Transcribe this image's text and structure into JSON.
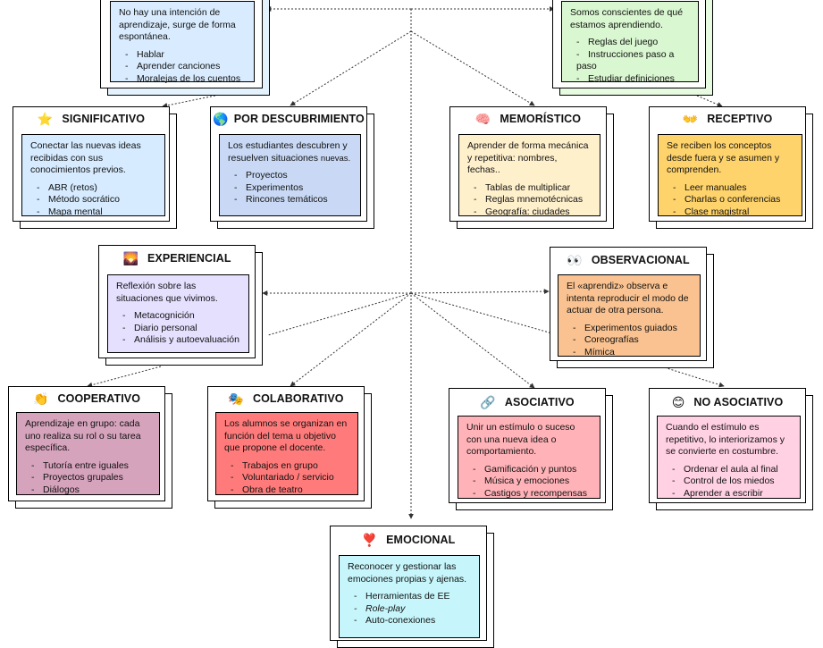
{
  "colors": {
    "info_inner": "#d9ecff",
    "info_layer": "#e3f2fd",
    "formal_inner": "#d9f7d0",
    "formal_layer": "#e6fbe0",
    "significativo": "#d6ebff",
    "descubrimiento": "#c9d9f5",
    "memoristico": "#fff0cc",
    "receptivo": "#ffd36b",
    "experiencial": "#e6e0ff",
    "observacional": "#f9c290",
    "cooperativo": "#d6a3bd",
    "colaborativo": "#ff7b7b",
    "asociativo": "#ffb3b8",
    "no_asociativo": "#ffd1e3",
    "emocional": "#c6f6fb"
  },
  "nodes": {
    "informal": {
      "desc": "No hay una intención de aprendizaje, surge de forma espontánea.",
      "items": [
        "Hablar",
        "Aprender canciones",
        "Moralejas de los cuentos"
      ]
    },
    "formal": {
      "desc": "Somos conscientes de qué estamos aprendiendo.",
      "items": [
        "Reglas del juego",
        "Instrucciones paso a paso",
        "Estudiar definiciones"
      ]
    },
    "significativo": {
      "title": "SIGNIFICATIVO",
      "icon": "star-icon",
      "glyph": "⭐",
      "desc": "Conectar las nuevas ideas recibidas con sus conocimientos previos.",
      "items": [
        "ABR (retos)",
        "Método socrático",
        "Mapa mental"
      ]
    },
    "descubrimiento": {
      "title": "POR DESCUBRIMIENTO",
      "icon": "globe-icon",
      "glyph": "🌎",
      "desc": "Los estudiantes descubren y resuelven situaciones",
      "desc_small": "nuevas.",
      "items": [
        "Proyectos",
        "Experimentos",
        "Rincones temáticos"
      ]
    },
    "memoristico": {
      "title": "MEMORÍSTICO",
      "icon": "brain-icon",
      "glyph": "🧠",
      "desc": "Aprender de forma mecánica y repetitiva: nombres, fechas..",
      "items": [
        "Tablas de multiplicar",
        "Reglas mnemotécnicas",
        "Geografía: ciudades"
      ]
    },
    "receptivo": {
      "title": "RECEPTIVO",
      "icon": "open-hands-icon",
      "glyph": "👐",
      "desc": "Se reciben los conceptos desde fuera y se asumen y comprenden.",
      "items": [
        "Leer manuales",
        "Charlas o conferencias",
        "Clase magistral"
      ]
    },
    "experiencial": {
      "title": "EXPERIENCIAL",
      "icon": "sunrise-icon",
      "glyph": "🌄",
      "desc": "Reflexión sobre las situaciones que vivimos.",
      "items": [
        "Metacognición",
        "Diario personal",
        "Análisis y autoevaluación"
      ]
    },
    "observacional": {
      "title": "OBSERVACIONAL",
      "icon": "eyes-icon",
      "glyph": "👀",
      "desc": "El «aprendiz» observa e intenta reproducir el modo de actuar de otra persona.",
      "items": [
        "Experimentos guiados",
        "Coreografías",
        "Mímica"
      ]
    },
    "cooperativo": {
      "title": "COOPERATIVO",
      "icon": "clapping-hands-icon",
      "glyph": "👏",
      "desc": "Aprendizaje en grupo: cada uno realiza su rol o su tarea específica.",
      "items": [
        "Tutoría entre iguales",
        "Proyectos grupales",
        "Diálogos"
      ]
    },
    "colaborativo": {
      "title": "COLABORATIVO",
      "icon": "theater-masks-icon",
      "glyph": "🎭",
      "desc": "Los alumnos se organizan en función del tema u objetivo que propone el docente.",
      "items": [
        "Trabajos en grupo",
        "Voluntariado / servicio",
        "Obra de teatro"
      ]
    },
    "asociativo": {
      "title": "ASOCIATIVO",
      "icon": "link-icon",
      "glyph": "🔗",
      "desc": "Unir un estímulo o suceso con una nueva idea o comportamiento.",
      "items": [
        "Gamificación y puntos",
        "Música y emociones",
        "Castigos y recompensas"
      ]
    },
    "no_asociativo": {
      "title": "NO ASOCIATIVO",
      "icon": "smiley-icon",
      "glyph": "😊",
      "desc": "Cuando el estímulo es repetitivo, lo interiorizamos y se convierte en costumbre.",
      "items": [
        "Ordenar el aula al final",
        "Control de los miedos",
        "Aprender a escribir"
      ]
    },
    "emocional": {
      "title": "EMOCIONAL",
      "icon": "heart-exclamation-icon",
      "glyph": "❣️",
      "desc": "Reconocer y gestionar las emociones propias y ajenas.",
      "items": [
        "Herramientas de EE",
        "Role-play",
        "Auto-conexiones"
      ]
    }
  }
}
